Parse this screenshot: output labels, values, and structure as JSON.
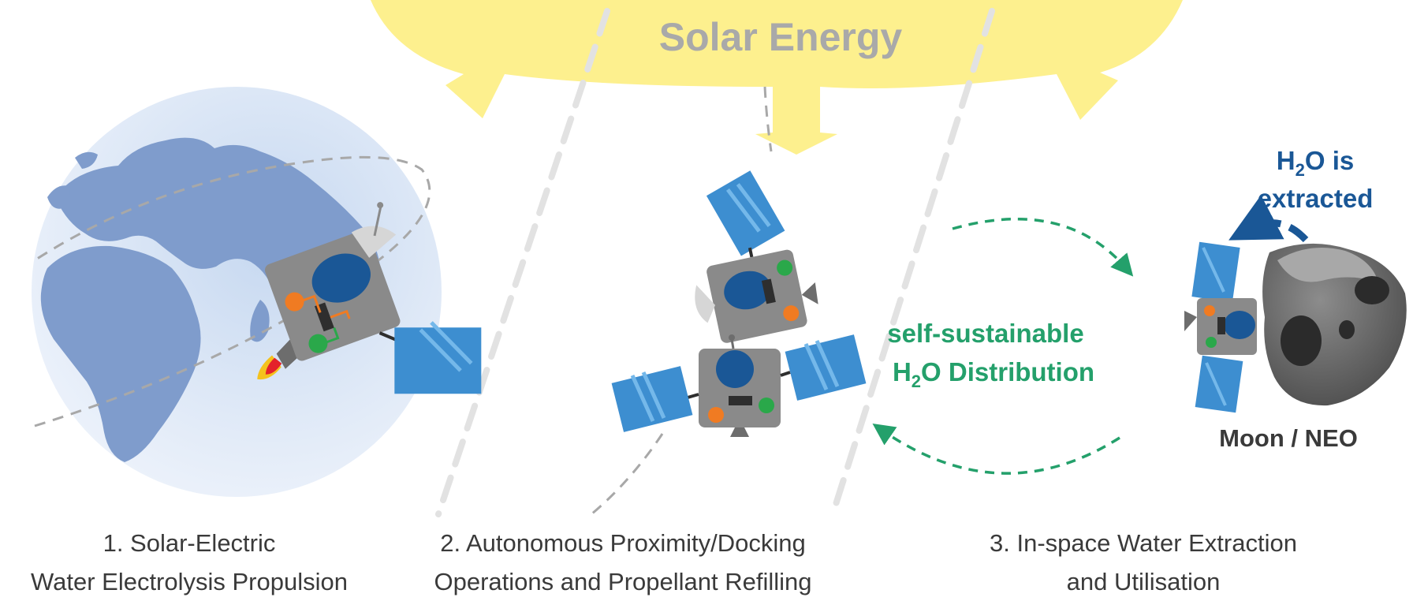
{
  "solar": {
    "label": "Solar Energy",
    "color": "#fdf08e",
    "text_color": "#a9a9a9"
  },
  "distribution": {
    "line1": "self-sustainable",
    "line2_prefix": "H",
    "line2_sub": "2",
    "line2_suffix": "O Distribution",
    "color": "#24a06b"
  },
  "extraction": {
    "line1_prefix": "H",
    "line1_sub": "2",
    "line1_suffix": "O is",
    "line2": "extracted",
    "color": "#1a5796"
  },
  "target": {
    "label": "Moon / NEO"
  },
  "captions": {
    "c1": {
      "line1": "1. Solar-Electric",
      "line2": "Water Electrolysis Propulsion"
    },
    "c2": {
      "line1": "2. Autonomous Proximity/Docking",
      "line2": "Operations and Propellant Refilling"
    },
    "c3": {
      "line1": "3. In-space Water Extraction",
      "line2": "and Utilisation"
    }
  },
  "icons": [
    "earth-icon",
    "satellite-icon",
    "solar-panel-icon",
    "thruster-flame-icon",
    "asteroid-icon",
    "antenna-icon"
  ],
  "colors": {
    "panel": "#3d8ed0",
    "body": "#8a8a8a",
    "tank": "#1a5796",
    "orange": "#f07b22",
    "green": "#2aa84a"
  }
}
